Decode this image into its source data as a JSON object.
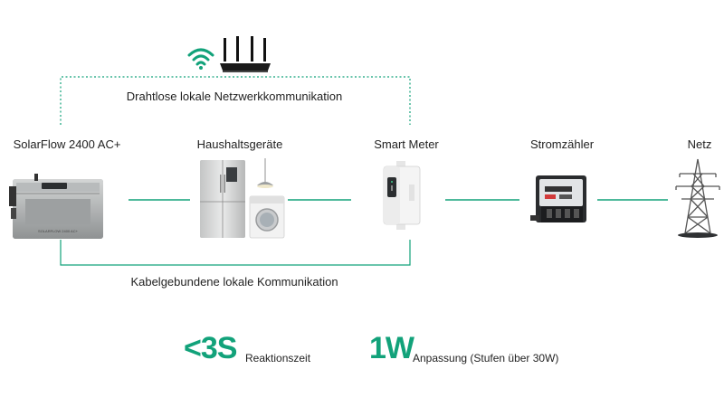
{
  "wireless_label": "Drahtlose lokale Netzwerkkommunikation",
  "wired_label": "Kabelgebundene lokale Kommunikation",
  "devices": [
    {
      "label": "SolarFlow 2400 AC+",
      "icon": "battery-storage-icon"
    },
    {
      "label": "Haushaltsgeräte",
      "icon": "household-appliances-icon"
    },
    {
      "label": "Smart Meter",
      "icon": "smart-meter-icon"
    },
    {
      "label": "Stromzähler",
      "icon": "electricity-meter-icon"
    },
    {
      "label": "Netz",
      "icon": "power-grid-tower-icon"
    }
  ],
  "metrics": [
    {
      "value": "<3S",
      "label": "Reaktionszeit"
    },
    {
      "value": "1W",
      "label": "Anpassung (Stufen über 30W)"
    }
  ],
  "colors": {
    "accent": "#12a27a",
    "line": "#12a27a"
  }
}
